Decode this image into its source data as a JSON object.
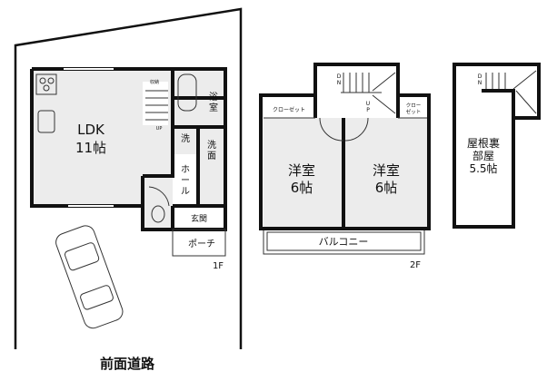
{
  "floor1": {
    "label": "1F",
    "ldk": [
      "LDK",
      "11帖"
    ],
    "storage": "収納",
    "up": "UP",
    "bath": [
      "浴",
      "室"
    ],
    "laundry": "洗",
    "washroom": [
      "洗",
      "面"
    ],
    "hall": [
      "ホ",
      "ー",
      "ル"
    ],
    "entrance": "玄関",
    "porch": "ポーチ"
  },
  "floor2": {
    "label": "2F",
    "closet_left": "クローゼット",
    "closet_right": [
      "クロー",
      "ゼット"
    ],
    "room_left": [
      "洋室",
      "6帖"
    ],
    "room_right": [
      "洋室",
      "6帖"
    ],
    "balcony": "バルコニー",
    "dn": [
      "D",
      "N"
    ],
    "up": [
      "U",
      "P"
    ]
  },
  "attic": {
    "name": [
      "屋根裏",
      "部屋",
      "5.5帖"
    ],
    "dn": [
      "D",
      "N"
    ]
  },
  "road": "前面道路"
}
